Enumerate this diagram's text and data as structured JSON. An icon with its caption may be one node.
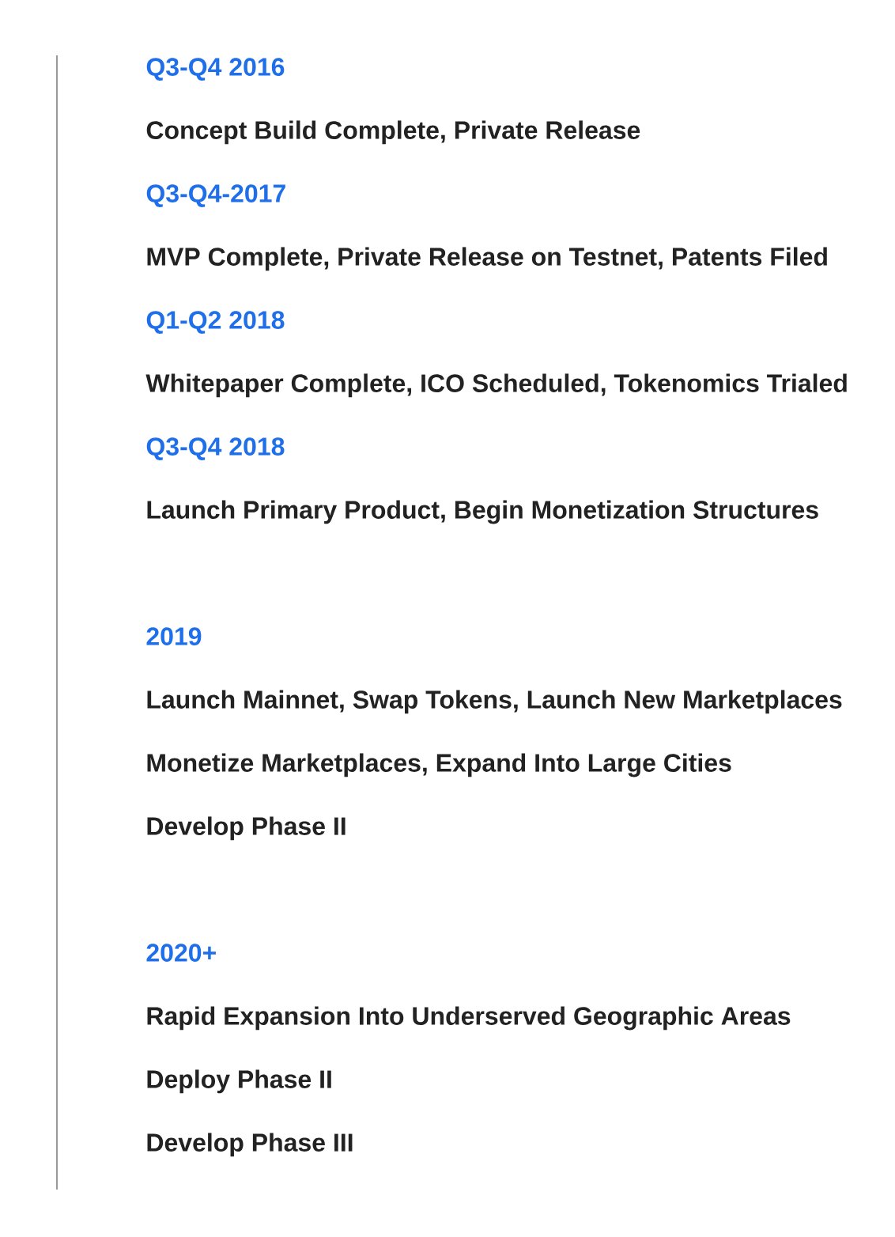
{
  "diagram": {
    "labels": [
      "Q3-Q4 2016",
      "Concept Build Complete, Private Release",
      "Q3-Q4-2017",
      "MVP Complete, Private Release on Testnet, Patents Filed",
      "Q1-Q2 2018",
      "Whitepaper Complete, ICO Scheduled, Tokenomics Trialed",
      "Q3-Q4 2018",
      "Launch Primary Product, Begin Monetization Structures",
      "2019",
      "Launch Mainnet, Swap Tokens, Launch New Marketplaces",
      "Monetize Marketplaces, Expand Into Large Cities",
      "Develop Phase II",
      "2020+",
      "Rapid Expansion Into Underserved Geographic Areas",
      "Deploy Phase II",
      "Develop Phase III"
    ]
  }
}
